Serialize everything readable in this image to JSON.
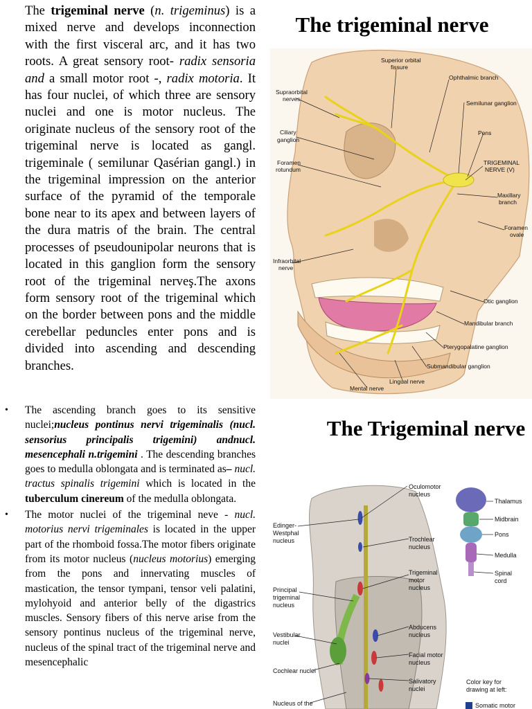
{
  "text": {
    "p1_a": " The ",
    "p1_b": "trigeminal nerve",
    "p1_c": " (",
    "p1_d": "n. trigeminus",
    "p1_e": ") is a mixed nerve and develops inconnection with the first visceral arc, and it has two roots. A great sensory root- ",
    "p1_f": "radix sensoria  and",
    "p1_g": "  a small motor root -, ",
    "p1_h": "radix motoria",
    "p1_i": ". It has four nuclei, of which three are sensory nuclei and one is motor nucleus. The originate nucleus of the sensory root of the trigeminal nerve is located as gangl. trigeminale ( semilunar Qasérian gangl.) in the trigeminal impression on the anterior surface of the pyramid of the temporale bone near to its apex and between layers of the dura matris of the brain. The central processes of pseudounipolar neurons that is located in this ganglion form the sensory root of the trigeminal nerveş.The axons form  sensory root of the trigeminal which on the border between pons and the middle cerebellar  peduncles enter pons and is divided into ascending and descending branches.",
    "b1_a": "The ascending branch goes to its sensitive nuclei;",
    "b1_b": "nucleus pontinus nervi trigeminalis (nucl. sensorius principalis trigemini) andnucl. mesencephali n.trigemini",
    "b1_c": " . The descending branches goes to medulla oblongata and is terminated as",
    "b1_d": "– ",
    "b1_e": "nucl. tractus spinalis trigemini",
    "b1_f": " which is  located in the ",
    "b1_g": "tuberculum cinereum",
    "b1_h": " of the medulla oblongata.",
    "b2_a": "The motor nuclei of the trigeminal neve - ",
    "b2_b": "nucl. motorius nervi trigeminales",
    "b2_c": " is located in the upper part of the rhomboid fossa.The motor fibers originate from its motor nucleus (",
    "b2_d": "nucleus motorius",
    "b2_e": ") emerging from the pons and innervating muscles of mastication, the tensor tympani, tensor veli palatini, mylohyoid and anterior belly of the digastrics muscles. Sensory fibers of this nerve arise from the sensory pontinus nucleus of the trigeminal nerve, nucleus of the spinal tract of the trigeminal nerve and mesencephalic"
  },
  "titles": {
    "top": "The trigeminal nerve",
    "bottom": "The Trigeminal nerve"
  },
  "figure1": {
    "labels": {
      "sup_orbital": "Superior orbital",
      "sup_orbital2": "fissure",
      "ophthalmic": "Ophthalmic branch",
      "supraorbital": "Supraorbital",
      "supraorbital2": "nerves",
      "semilunar": "Semilunar ganglion",
      "ciliary": "Ciliary",
      "ciliary2": "ganglion",
      "pons": "Pons",
      "foramen_rot": "Foramen",
      "foramen_rot2": "rotundum",
      "trig_nerve": "TRIGEMINAL",
      "trig_nerve2": "NERVE (V)",
      "maxillary": "Maxillary",
      "maxillary2": "branch",
      "foramen_ov": "Foramen",
      "foramen_ov2": "ovale",
      "infraorbital": "Infraorbital",
      "infraorbital2": "nerve",
      "otic": "Otic ganglion",
      "mandibular": "Mandibular branch",
      "pterygo": "Pterygopalatine ganglion",
      "submand": "Submandibular ganglion",
      "lingual": "Lingual nerve",
      "mental": "Mental nerve"
    }
  },
  "figure2": {
    "labels": {
      "oculomotor": "Oculomotor",
      "oculomotor2": "nucleus",
      "edinger": "Edinger-",
      "edinger2": "Westphal",
      "edinger3": "nucleus",
      "trochlear": "Trochlear",
      "trochlear2": "nucleus",
      "principal": "Principal",
      "principal2": "trigeminal",
      "principal3": "nucleus",
      "trig_motor": "Trigeminal",
      "trig_motor2": "motor",
      "trig_motor3": "nucleus",
      "vestibular": "Vestibular",
      "vestibular2": "nuclei",
      "abducens": "Abducens",
      "abducens2": "nucleus",
      "facial": "Facial motor",
      "facial2": "nucleus",
      "cochlear": "Cochlear nuclei",
      "salivatory": "Salivatory",
      "salivatory2": "nuclei",
      "nucleus_of_the": "Nucleus of the",
      "thalamus": "Thalamus",
      "midbrain": "Midbrain",
      "pons": "Pons",
      "medulla": "Medulla",
      "spinal": "Spinal",
      "spinal2": "cord",
      "color_key": "Color key for",
      "color_key2": "drawing at left:",
      "somatic": "Somatic motor"
    }
  }
}
